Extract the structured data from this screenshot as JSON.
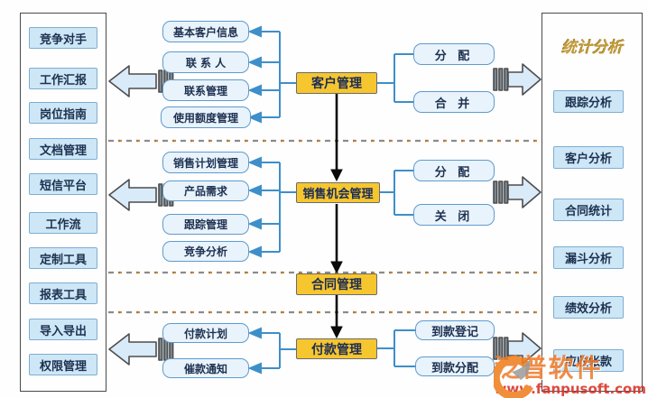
{
  "left_panel": {
    "items": [
      "竞争对手",
      "工作汇报",
      "岗位指南",
      "文档管理",
      "短信平台",
      "工作流",
      "定制工具",
      "报表工具",
      "导入导出",
      "权限管理"
    ]
  },
  "center": {
    "customer": "客户管理",
    "sales": "销售机会管理",
    "contract": "合同管理",
    "payment": "付款管理"
  },
  "features": {
    "customer": [
      "基本客户信息",
      "联 系 人",
      "联系管理",
      "使用额度管理"
    ],
    "sales": [
      "销售计划管理",
      "产品需求",
      "跟踪管理",
      "竞争分析"
    ],
    "payment": [
      "付款计划",
      "催款通知"
    ]
  },
  "operations": {
    "customer": [
      "分 配",
      "合 并"
    ],
    "sales": [
      "分 配",
      "关 闭"
    ],
    "payment": [
      "到款登记",
      "到款分配"
    ]
  },
  "right_panel": {
    "title": "统计分析",
    "items": [
      "跟踪分析",
      "客户分析",
      "合同统计",
      "漏斗分析",
      "绩效分析",
      "应收帐款"
    ]
  },
  "watermark": {
    "brand": "泛普软件",
    "url": "www.fanpusoft.com"
  },
  "colors": {
    "node_fill": "#f6c62f",
    "panel_box_fill": "#cde7f7",
    "round_box_fill": "#e9f3fb",
    "connector_blue": "#3e8fc9",
    "arrow_fill": "#d9eaf8",
    "title_gold": "#c39b3b",
    "dashed_line": "#8b6f45"
  }
}
